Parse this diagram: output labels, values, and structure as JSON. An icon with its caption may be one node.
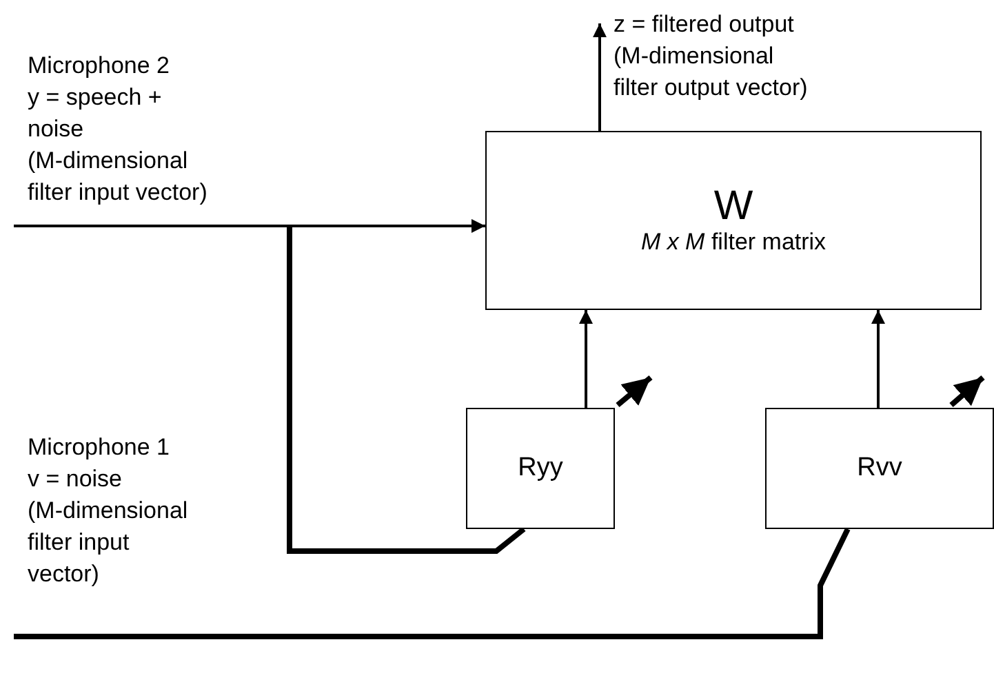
{
  "diagram": {
    "nodes": [
      {
        "text": [
          "W",
          "*M x M* filter matrix"
        ]
      },
      {
        "text": [
          "Ryy"
        ]
      },
      {
        "text": [
          "Rvv"
        ]
      },
      {
        "text": [
          "Microphone 2",
          "y = speech + noise",
          "(M-dimensional filter input vector)"
        ]
      },
      {
        "text": [
          "z = filtered output",
          "(M-dimensional filter output vector)"
        ]
      },
      {
        "text": [
          "Microphone 1",
          "v = noise",
          "(M-dimensional filter input vector)"
        ]
      }
    ],
    "edges": [
      {
        "from": 3,
        "to": 0,
        "arrow": "to"
      },
      {
        "from": 3,
        "to": 1,
        "arrow": "none",
        "style": "thick"
      },
      {
        "from": 1,
        "to": 0,
        "arrow": "to"
      },
      {
        "from": 2,
        "to": 0,
        "arrow": "to"
      },
      {
        "from": 0,
        "to": 4,
        "arrow": "to"
      },
      {
        "from": 5,
        "to": 2,
        "arrow": "none",
        "style": "thick"
      }
    ]
  }
}
